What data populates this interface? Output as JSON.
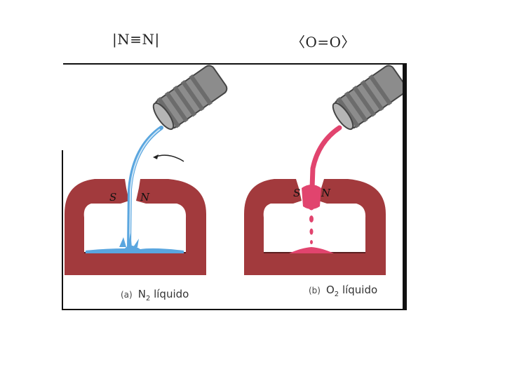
{
  "formulas": {
    "left": "|N≡N|",
    "right": "〈O=O〉"
  },
  "panels": [
    {
      "tag": "(a)",
      "element": "N",
      "subscript": "2",
      "word": " líquido",
      "pole_s": "S",
      "pole_n": "N",
      "liquid_color": "#5aa6df"
    },
    {
      "tag": "(b)",
      "element": "O",
      "subscript": "2",
      "word": " líquido",
      "pole_s": "S",
      "pole_n": "N",
      "liquid_color": "#e1446e"
    }
  ],
  "colors": {
    "magnet": "#a23a3d",
    "flask": "#8c8c8c"
  }
}
